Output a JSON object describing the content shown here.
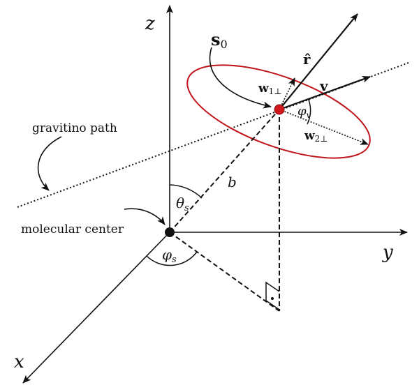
{
  "labels": {
    "z": "z",
    "y": "y",
    "x": "x",
    "b": "b",
    "theta_s": "θ",
    "theta_sub": "s",
    "phi_s": "φ",
    "phi_s_sub": "s",
    "phi_v": "φ",
    "phi_v_sub": "v",
    "s0": "s",
    "s0_sub": "0",
    "r_hat": "r̂",
    "v": "v",
    "w1": "w",
    "w1_sub": "1⊥",
    "w2": "w",
    "w2_sub": "2⊥",
    "gravitino_path": "gravitino path",
    "molecular_center": "molecular center"
  },
  "colors": {
    "orbit": "#c0141a",
    "particle": "#d0161c",
    "ink": "#111111"
  }
}
